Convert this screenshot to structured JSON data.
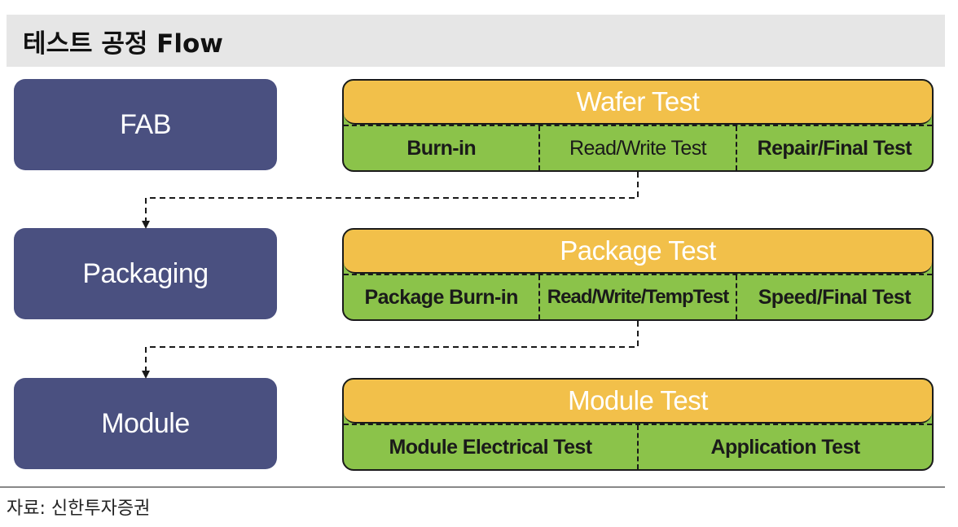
{
  "title": "테스트 공정 Flow",
  "stages": [
    {
      "label": "FAB"
    },
    {
      "label": "Packaging"
    },
    {
      "label": "Module"
    }
  ],
  "tests": [
    {
      "header": "Wafer Test",
      "steps": [
        "Burn-in",
        "Read/Write Test",
        "Repair/Final Test"
      ]
    },
    {
      "header": "Package Test",
      "steps": [
        "Package Burn-in",
        "Read/Write/TempTest",
        "Speed/Final Test"
      ]
    },
    {
      "header": "Module Test",
      "steps": [
        "Module Electrical Test",
        "Application Test"
      ]
    }
  ],
  "source": "자료: 신한투자증권",
  "colors": {
    "stage": "#4a5080",
    "test_header": "#f2c04a",
    "test_step": "#8bc34a",
    "title_bar": "#e6e6e6"
  }
}
